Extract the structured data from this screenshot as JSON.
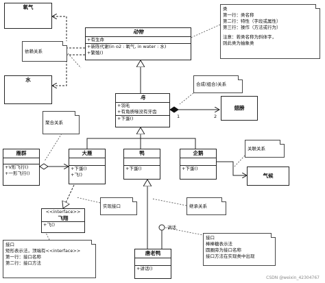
{
  "classes": {
    "oxygen": {
      "name": "氧气"
    },
    "water": {
      "name": "水"
    },
    "animal": {
      "name": "动物",
      "attrs": [
        "+有生命"
      ],
      "ops": [
        "+新陈代谢(in o2 : 氧气, in water : 水)",
        "+繁殖()"
      ]
    },
    "bird": {
      "name": "鸟",
      "attrs": [
        "+羽毛",
        "+有角质喙没有牙齿"
      ],
      "ops": [
        "+下蛋()"
      ]
    },
    "wing": {
      "name": "翅膀"
    },
    "geese": {
      "name": "雁群",
      "ops": [
        "+V形飞行()",
        "+一形飞行()"
      ]
    },
    "goose": {
      "name": "大雁",
      "ops": [
        "+下蛋()",
        "+飞()"
      ]
    },
    "duck": {
      "name": "鸭",
      "ops": [
        "+下蛋()"
      ]
    },
    "penguin": {
      "name": "企鹅",
      "ops": [
        "+下蛋()"
      ]
    },
    "climate": {
      "name": "气候"
    },
    "fly": {
      "stereotype": "<<interface>>",
      "name": "飞翔",
      "ops": [
        "+飞()"
      ]
    },
    "donald": {
      "name": "唐老鸭",
      "ops": [
        "+讲话()"
      ]
    }
  },
  "notes": {
    "dependency": "依赖关系",
    "composition": "合成(组合)关系",
    "aggregation": "聚合关系",
    "association": "关联关系",
    "realization": "实现接口",
    "inheritance": "继承关系",
    "class_note": [
      "类",
      "第一行：类名称",
      "第二行：特性（字段或属性）",
      "第三行：操作（方法或行为）",
      "",
      "注意：若类名称为斜体字，",
      "则此类为抽象类"
    ],
    "interface_note": [
      "接口",
      "矩形表示法，顶端有<<interface>>",
      "第一行：接口名称",
      "第二行：接口方法"
    ],
    "lollipop_note": [
      "接口",
      "棒棒糖表示法",
      "圆圈旁为接口名称",
      "接口方法在实现类中出现"
    ]
  },
  "labels": {
    "mult_one": "1",
    "mult_two": "2",
    "speak": "讲话"
  },
  "watermark": "CSDN @weixin_42304767"
}
